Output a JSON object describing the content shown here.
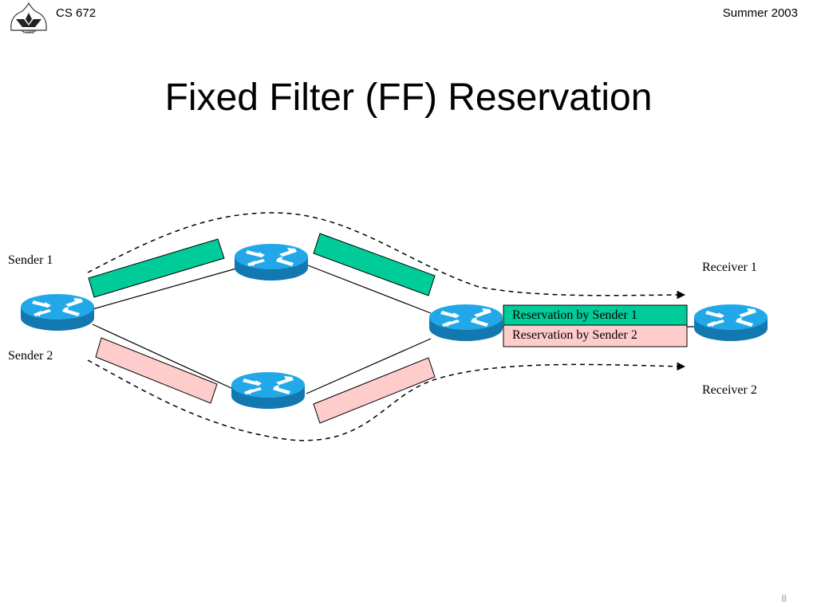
{
  "header": {
    "logo_text": "LUMS",
    "course": "CS 672",
    "term": "Summer 2003"
  },
  "title": "Fixed Filter (FF) Reservation",
  "diagram": {
    "labels": {
      "sender1": "Sender 1",
      "sender2": "Sender 2",
      "receiver1": "Receiver 1",
      "receiver2": "Receiver 2"
    },
    "legend": {
      "sender1": "Reservation by Sender 1",
      "sender2": "Reservation by Sender 2"
    },
    "colors": {
      "sender1_reservation": "#00CC99",
      "sender2_reservation": "#FFCCCC",
      "router_top": "#22A8E8",
      "router_side": "#1378B0"
    },
    "routers": [
      "sender-router",
      "upper-router",
      "lower-router",
      "merge-router",
      "receiver-router"
    ]
  },
  "footer": {
    "page_number": "8"
  }
}
